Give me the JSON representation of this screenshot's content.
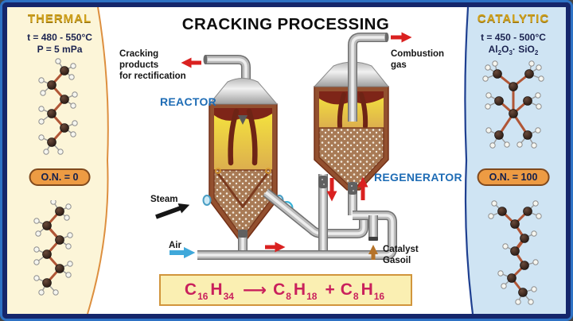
{
  "title": "CRACKING PROCESSING",
  "left_panel": {
    "title": "THERMAL",
    "temperature": "t = 480 - 550°C",
    "pressure": "P = 5 mPa",
    "octane_number": "O.N. = 0"
  },
  "right_panel": {
    "title": "CATALYTIC",
    "temperature": "t = 450 - 500°C",
    "catalyst_formula": {
      "base1": "Al",
      "sub1": "2",
      "base2": "O",
      "sub2": "3",
      "base3": "· SiO",
      "sub3": "2"
    },
    "octane_number": "O.N. = 100"
  },
  "diagram": {
    "reactor_label": "REACTOR",
    "regenerator_label": "REGENERATOR",
    "cracking_products": [
      "Cracking",
      "products",
      "for rectification"
    ],
    "combustion_gas": [
      "Combustion",
      "gas"
    ],
    "steam": "Steam",
    "air": "Air",
    "catalyst_gasoil": [
      "Catalyst",
      "Gasoil"
    ]
  },
  "equation": {
    "reactant": {
      "c": "C",
      "c_sub": "16",
      "h": "H",
      "h_sub": "34"
    },
    "arrow": "⟶",
    "product1": {
      "c": "C",
      "c_sub": "8",
      "h": "H",
      "h_sub": "18"
    },
    "plus": "+",
    "product2": {
      "c": "C",
      "c_sub": "8",
      "h": "H",
      "h_sub": "16"
    }
  },
  "colors": {
    "frame_outer": "#2e72c4",
    "frame_inner": "#15266b",
    "left_panel_bg": "#fcf5d8",
    "left_panel_curve": "#dd8f3f",
    "right_panel_bg": "#cfe4f3",
    "right_panel_curve": "#1e3f90",
    "gold_title": "#d0a11c",
    "navy_text": "#1b2350",
    "blue_label": "#1e6cb5",
    "red_arrow": "#da2120",
    "blue_arrow": "#3fa8da",
    "brown_arrow": "#b5732a",
    "badge_bg": "#ed9b43",
    "equation_text": "#c9205c",
    "equation_bg": "#faefb2"
  }
}
